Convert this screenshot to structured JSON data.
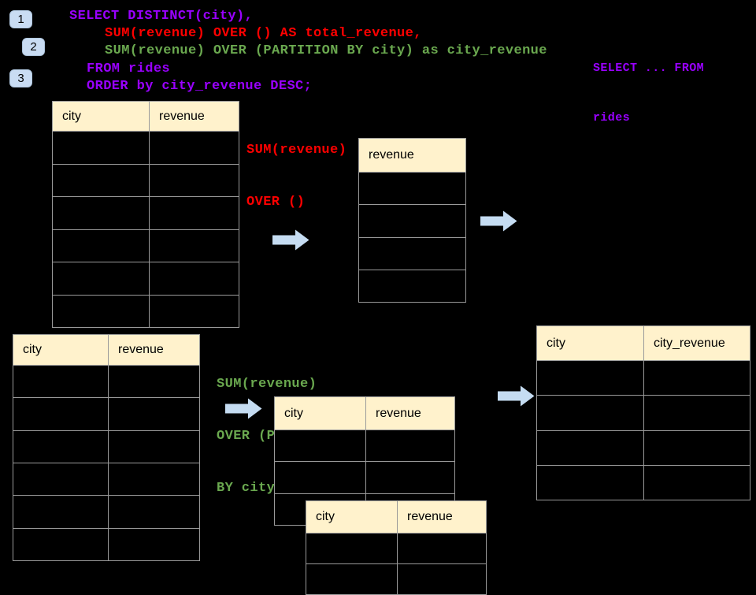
{
  "colors": {
    "background": "#000000",
    "table_header_fill": "#FFF2CC",
    "table_border": "#9A9A9A",
    "sql_purple": "#9900FF",
    "sql_red": "#FF0000",
    "sql_green": "#6AA84F",
    "arrow_blue": "#C5DCF2",
    "badge_blue": "#C9DCF3"
  },
  "step_badges": {
    "step1": "1",
    "step2": "2",
    "step3": "3"
  },
  "sql_query": {
    "line1": "SELECT DISTINCT(city),",
    "line2": "SUM(revenue) OVER () AS total_revenue,",
    "line3": "SUM(revenue) OVER (PARTITION BY city) as city_revenue",
    "line4": "FROM rides",
    "line5": "ORDER by city_revenue DESC;"
  },
  "side_note": {
    "line1": "SELECT ... FROM",
    "line2": "rides"
  },
  "annotation_total": {
    "line1": "SUM(revenue)",
    "line2": "OVER ()"
  },
  "annotation_partition": {
    "line1": "SUM(revenue)",
    "line2": "OVER (PARTITION",
    "line3": "BY city)"
  },
  "tables": {
    "rides_top": {
      "columns": [
        "city",
        "revenue"
      ],
      "row_count": 6
    },
    "total_revenue_result": {
      "columns": [
        "revenue"
      ],
      "row_count": 4
    },
    "rides_bottom": {
      "columns": [
        "city",
        "revenue"
      ],
      "row_count": 6
    },
    "partition_a": {
      "columns": [
        "city",
        "revenue"
      ],
      "row_count": 3
    },
    "partition_b": {
      "columns": [
        "city",
        "revenue"
      ],
      "row_count": 2
    },
    "city_revenue_result": {
      "columns": [
        "city",
        "city_revenue"
      ],
      "row_count": 4
    }
  }
}
